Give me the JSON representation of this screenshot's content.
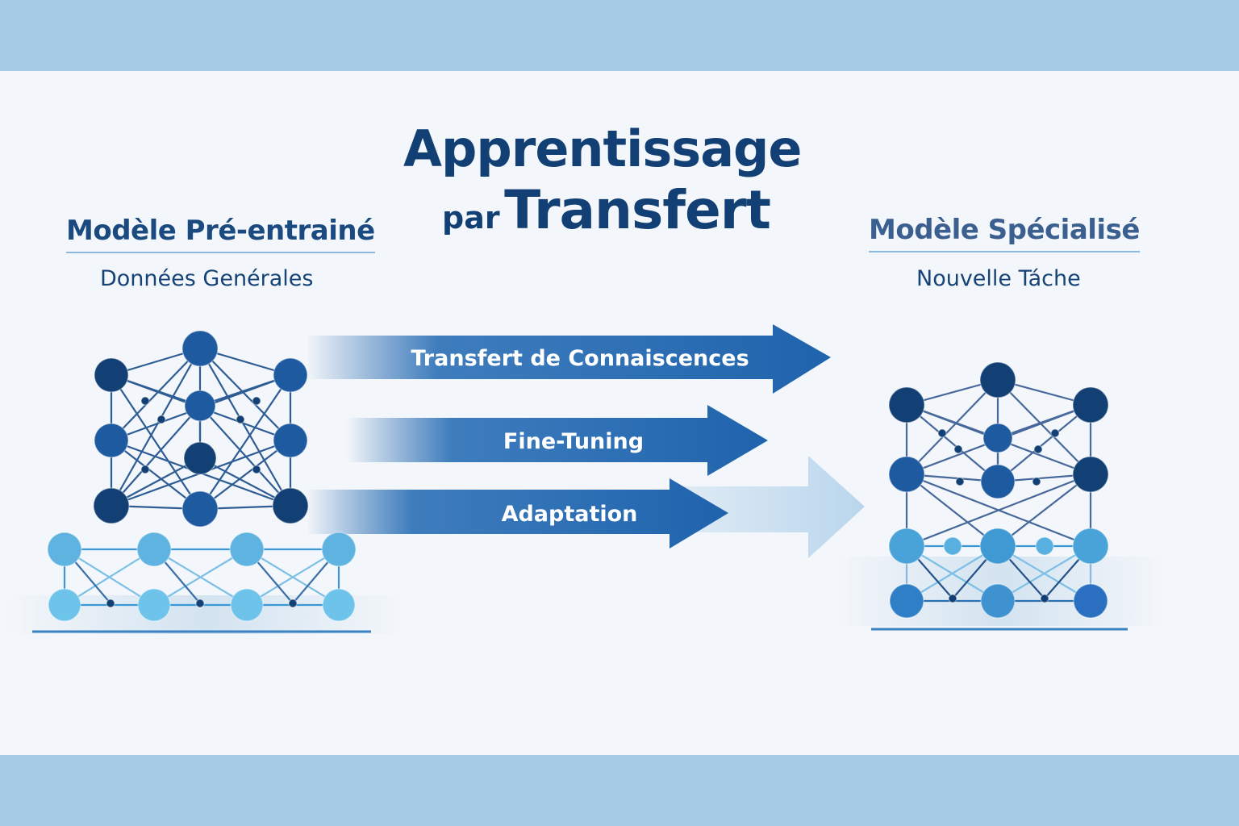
{
  "title": {
    "line1": "Apprentissage",
    "line2_small": "par",
    "line2_big": "Transfert"
  },
  "left_model": {
    "heading": "Modèle Pré-entrainé",
    "subtitle": "Données Genérales"
  },
  "right_model": {
    "heading": "Modèle Spécialisé",
    "subtitle": "Nouvelle Táche"
  },
  "arrows": [
    {
      "label": "Transfert de Connaiscences"
    },
    {
      "label": "Fine-Tuning"
    },
    {
      "label": "Adaptation"
    }
  ],
  "colors": {
    "band": "#a6cbe6",
    "dark_node": "#123f74",
    "mid_node": "#1e5aa0",
    "light_node": "#5fb3e0",
    "arrow": "#1f63ad"
  }
}
